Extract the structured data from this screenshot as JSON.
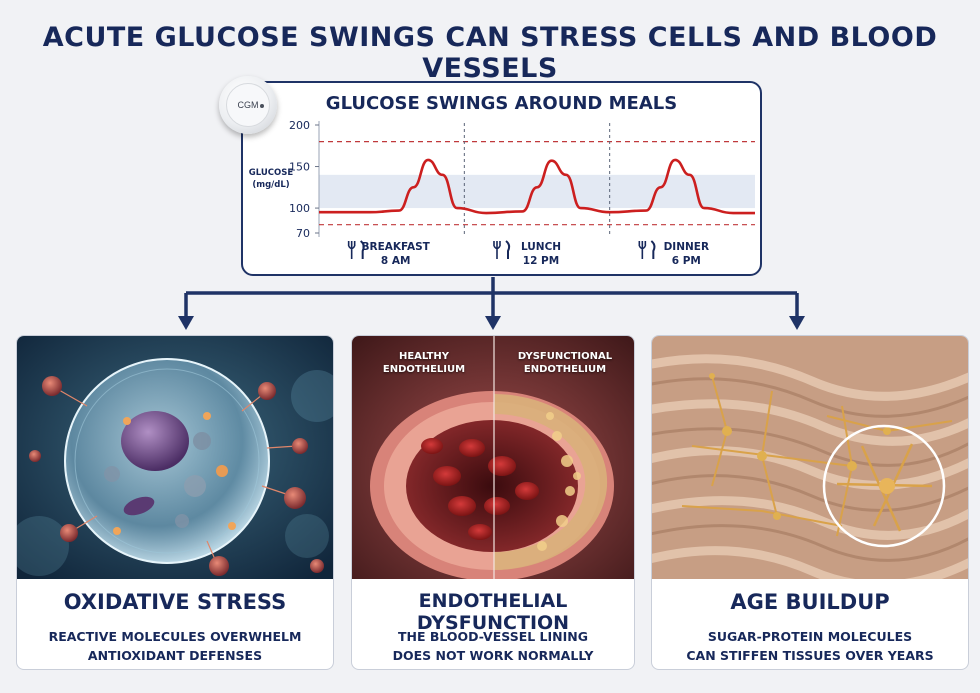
{
  "title": "ACUTE GLUCOSE SWINGS CAN STRESS CELLS AND BLOOD VESSELS",
  "cgm_label": "CGM",
  "chart_data": {
    "type": "line",
    "title": "GLUCOSE SWINGS AROUND MEALS",
    "ylabel_line1": "GLUCOSE",
    "ylabel_line2": "(mg/dL)",
    "y_ticks": [
      200,
      150,
      100,
      70
    ],
    "ylim": [
      70,
      200
    ],
    "target_range": [
      100,
      140
    ],
    "reference_lines": [
      180,
      80
    ],
    "meals": [
      {
        "name": "BREAKFAST",
        "time": "8 AM",
        "icon": "fork-knife-icon"
      },
      {
        "name": "LUNCH",
        "time": "12 PM",
        "icon": "fork-knife-icon"
      },
      {
        "name": "DINNER",
        "time": "6 PM",
        "icon": "fork-knife-icon"
      }
    ],
    "series": [
      {
        "x": [
          0,
          0.14,
          0.22,
          0.26,
          0.3,
          0.34,
          0.38,
          0.46,
          0.56,
          0.6,
          0.64,
          0.68,
          0.72,
          0.8,
          0.9,
          0.94,
          0.98,
          1.02,
          1.06,
          1.14,
          1.2
        ],
        "y": [
          95,
          95,
          97,
          125,
          158,
          140,
          100,
          94,
          96,
          125,
          157,
          140,
          100,
          95,
          97,
          125,
          158,
          140,
          100,
          94,
          94
        ]
      }
    ],
    "colors": {
      "line": "#cc1f1f",
      "reference": "#c0393b",
      "band": "#e3e9f3"
    }
  },
  "panels": [
    {
      "title": "OXIDATIVE STRESS",
      "desc_line1": "REACTIVE MOLECULES OVERWHELM",
      "desc_line2": "ANTIOXIDANT DEFENSES"
    },
    {
      "title": "ENDOTHELIAL DYSFUNCTION",
      "desc_line1": "THE BLOOD-VESSEL LINING",
      "desc_line2": "DOES NOT WORK NORMALLY",
      "left_label_1": "HEALTHY",
      "left_label_2": "ENDOTHELIUM",
      "right_label_1": "DYSFUNCTIONAL",
      "right_label_2": "ENDOTHELIUM"
    },
    {
      "title": "AGE BUILDUP",
      "desc_line1": "SUGAR-PROTEIN MOLECULES",
      "desc_line2": "CAN STIFFEN TISSUES OVER YEARS"
    }
  ],
  "colors": {
    "navy": "#17285a",
    "accent_red": "#cc1f1f"
  }
}
